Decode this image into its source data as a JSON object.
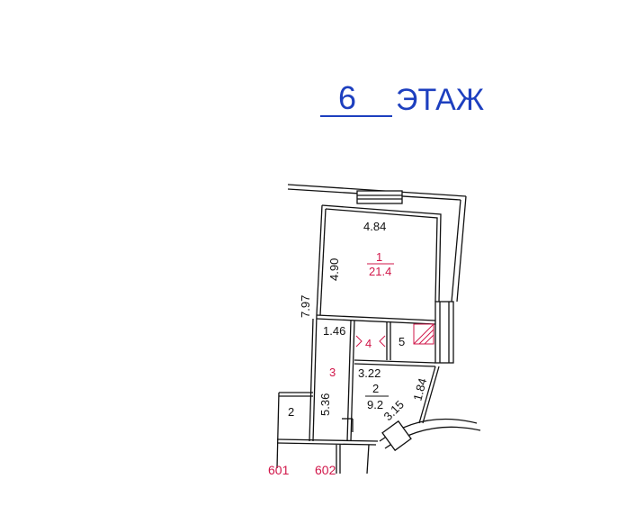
{
  "title": {
    "number": "6",
    "label": "ЭТАЖ",
    "color": "#1d3fbf"
  },
  "rooms": [
    {
      "id": "1",
      "area": "21.4",
      "dims": [
        "4.84",
        "4.90"
      ]
    },
    {
      "id": "2",
      "area": "9.2",
      "dims": [
        "3.22",
        "1.84",
        "3.15"
      ]
    },
    {
      "id": "3",
      "dims": [
        "1.46",
        "5.36"
      ]
    },
    {
      "id": "4"
    },
    {
      "id": "5"
    }
  ],
  "outer_dim": "7.97",
  "neighbors": {
    "left_room": "2",
    "unit_left": "601",
    "unit_right": "602"
  },
  "colors": {
    "lines": "#111111",
    "room_labels": "#d1174a"
  }
}
